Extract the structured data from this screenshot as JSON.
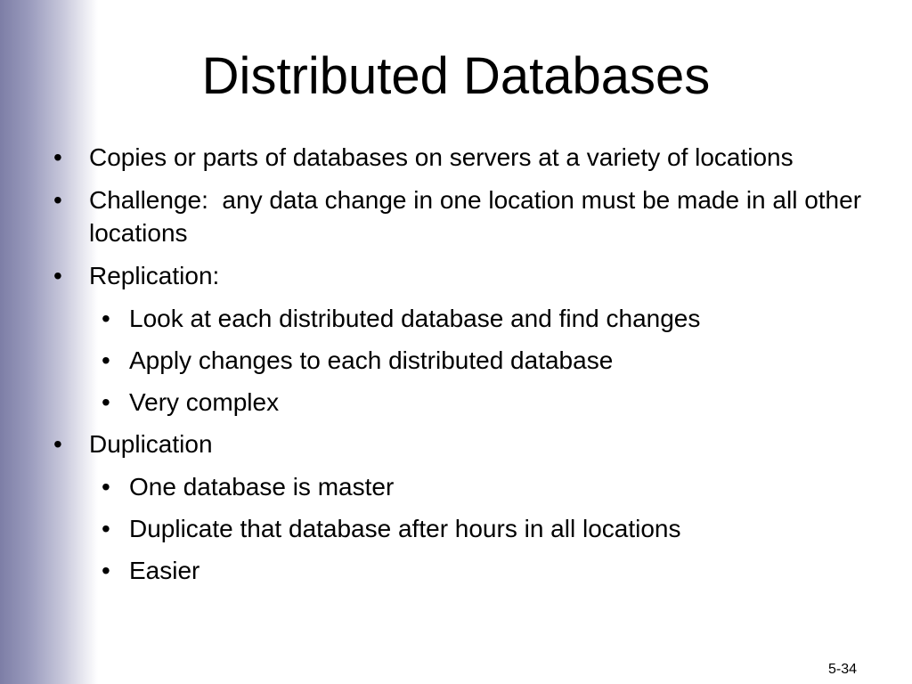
{
  "slide": {
    "title": "Distributed Databases",
    "bullet_symbol": "•",
    "bullets": [
      {
        "level": 1,
        "text": "Copies or parts of databases on servers at a variety of locations"
      },
      {
        "level": 1,
        "text": "Challenge:  any data change in one location must be made in all other locations"
      },
      {
        "level": 1,
        "text": "Replication:"
      },
      {
        "level": 2,
        "text": "Look at each distributed database and find changes"
      },
      {
        "level": 2,
        "text": "Apply changes to each distributed database"
      },
      {
        "level": 2,
        "text": "Very complex"
      },
      {
        "level": 1,
        "text": "Duplication"
      },
      {
        "level": 2,
        "text": "One database is master"
      },
      {
        "level": 2,
        "text": "Duplicate that database after hours in all locations"
      },
      {
        "level": 2,
        "text": "Easier"
      }
    ],
    "page_number": "5-34",
    "colors": {
      "band_dark": "#7d7ea6",
      "background": "#ffffff",
      "text": "#000000"
    }
  }
}
